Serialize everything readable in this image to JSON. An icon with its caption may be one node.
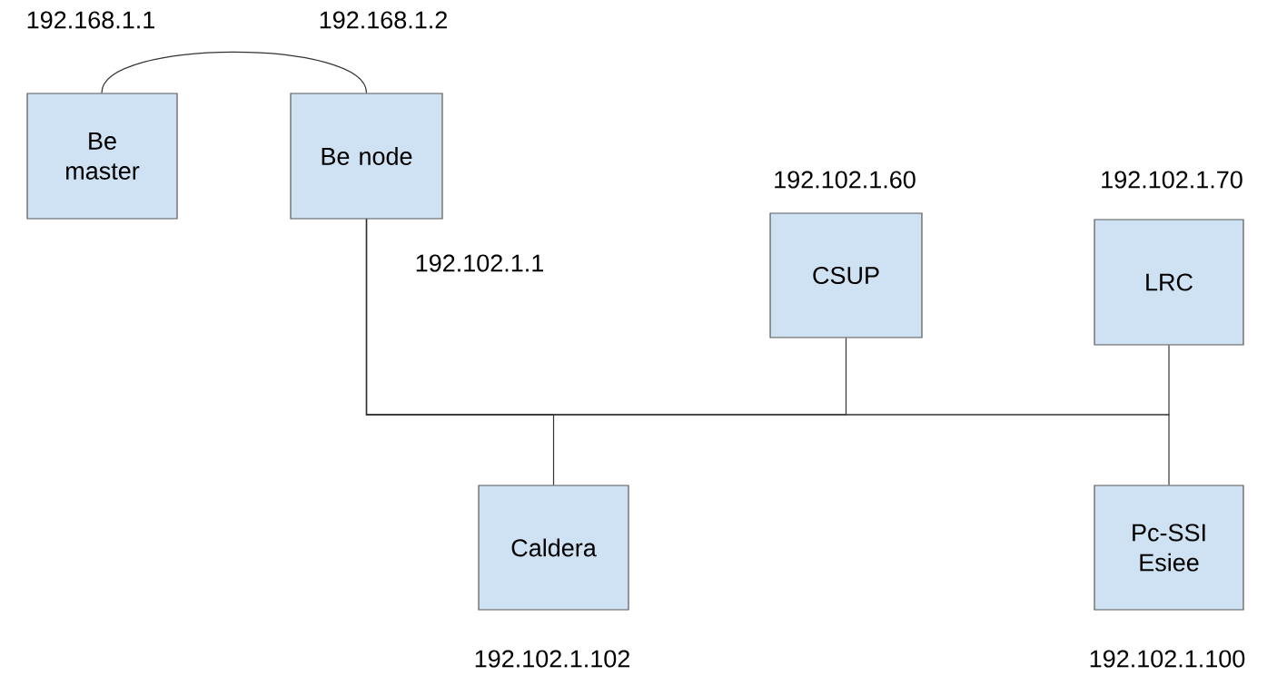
{
  "diagram": {
    "nodes": [
      {
        "text": [
          "Be master"
        ],
        "beside": [
          "192.168.1.1"
        ]
      },
      {
        "text": [
          "Be node"
        ],
        "beside": [
          "192.168.1.2",
          "192.102.1.1"
        ]
      },
      {
        "text": [
          "CSUP"
        ],
        "beside": [
          "192.102.1.60"
        ]
      },
      {
        "text": [
          "LRC"
        ],
        "beside": [
          "192.102.1.70"
        ]
      },
      {
        "text": [
          "Caldera"
        ],
        "beside": [
          "192.102.1.102"
        ]
      },
      {
        "text": [
          "Pc-SSI Esiee"
        ],
        "beside": [
          "192.102.1.100"
        ]
      }
    ],
    "edges": [
      {
        "from": 0,
        "to": 1,
        "arrow": "none"
      },
      {
        "from": 1,
        "to": 4,
        "arrow": "none"
      },
      {
        "from": 1,
        "to": 2,
        "arrow": "none"
      },
      {
        "from": 1,
        "to": 3,
        "arrow": "none"
      },
      {
        "from": 1,
        "to": 5,
        "arrow": "none"
      }
    ]
  }
}
